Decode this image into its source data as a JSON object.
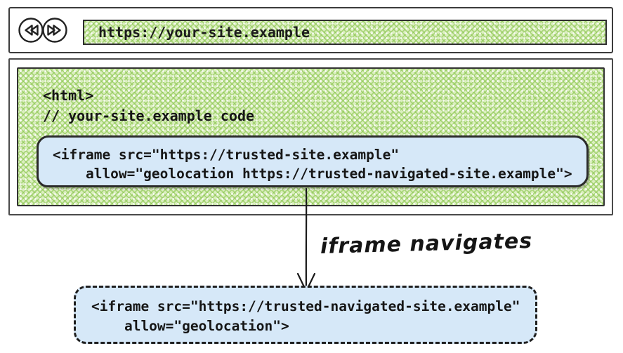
{
  "colors": {
    "green_hatch_base": "#dcefc0",
    "green_hatch_line": "#8fc856",
    "blue_fill": "#d6e8f8",
    "ink": "#1c1c1c"
  },
  "icons": {
    "back": "rewind-icon",
    "forward": "fast-forward-icon"
  },
  "browser": {
    "url": "https://your-site.example"
  },
  "page_code": {
    "line1": "<html>",
    "line2": "// your-site.example code"
  },
  "iframe_box": {
    "line1": "<iframe src=\"https://trusted-site.example\"",
    "line2": "    allow=\"geolocation https://trusted-navigated-site.example\">"
  },
  "arrow_label": "iframe navigates",
  "navigated_iframe_box": {
    "line1": "<iframe src=\"https://trusted-navigated-site.example\"",
    "line2": "    allow=\"geolocation\">"
  }
}
